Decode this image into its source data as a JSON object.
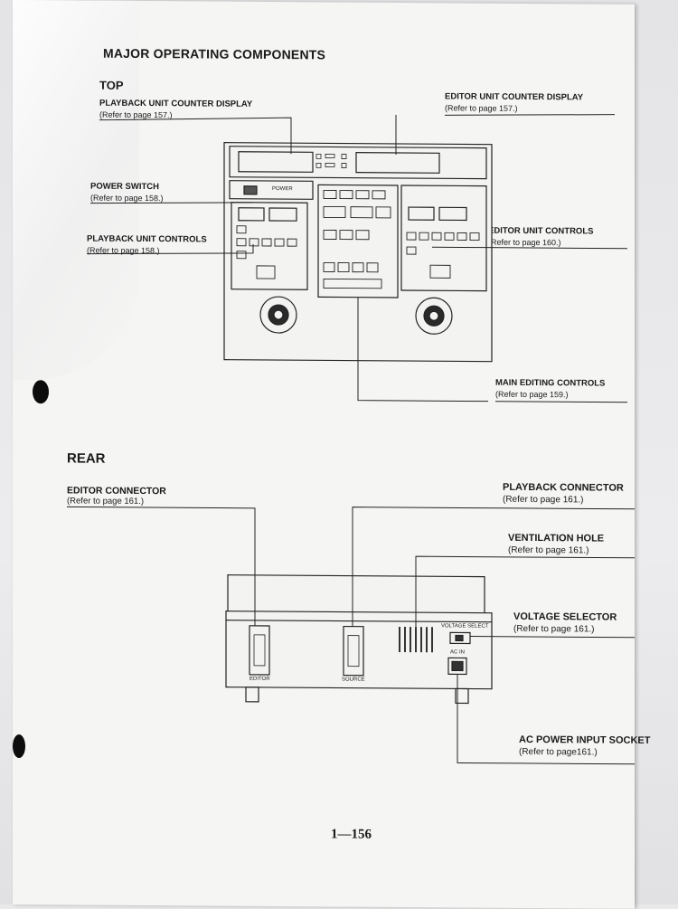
{
  "title": "MAJOR OPERATING COMPONENTS",
  "sections": {
    "top": "TOP",
    "rear": "REAR"
  },
  "top_callouts": {
    "playback_counter": {
      "label": "PLAYBACK UNIT COUNTER DISPLAY",
      "ref": "(Refer to page 157.)"
    },
    "editor_counter": {
      "label": "EDITOR UNIT COUNTER DISPLAY",
      "ref": "(Refer to page 157.)"
    },
    "power_switch": {
      "label": "POWER SWITCH",
      "ref": "(Refer to page 158.)"
    },
    "playback_controls": {
      "label": "PLAYBACK UNIT CONTROLS",
      "ref": "(Refer to page 158.)"
    },
    "editor_controls": {
      "label": "EDITOR UNIT CONTROLS",
      "ref": "(Refer to page 160.)"
    },
    "main_editing": {
      "label": "MAIN EDITING CONTROLS",
      "ref": "(Refer to page 159.)"
    }
  },
  "rear_callouts": {
    "editor_connector": {
      "label": "EDITOR CONNECTOR",
      "ref": "(Refer to page 161.)"
    },
    "playback_connector": {
      "label": "PLAYBACK CONNECTOR",
      "ref": "(Refer to page 161.)"
    },
    "ventilation_hole": {
      "label": "VENTILATION HOLE",
      "ref": "(Refer to page 161.)"
    },
    "voltage_selector": {
      "label": "VOLTAGE SELECTOR",
      "ref": "(Refer to page 161.)"
    },
    "ac_power": {
      "label": "AC POWER INPUT SOCKET",
      "ref": "(Refer to page161.)"
    }
  },
  "device_labels": {
    "power": "POWER",
    "editor_port": "EDITOR",
    "source_port": "SOURCE",
    "voltage_select": "VOLTAGE SELECT",
    "ac_in": "AC IN"
  },
  "page_number": "1—156"
}
